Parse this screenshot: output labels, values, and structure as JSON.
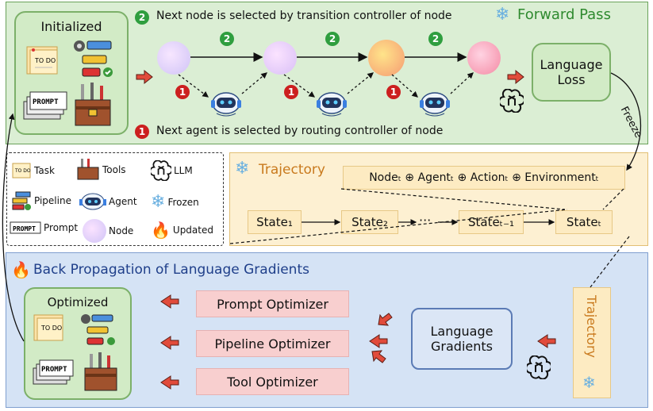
{
  "forward": {
    "initialized_label": "Initialized",
    "title": "Forward Pass",
    "transition_note": "Next node is selected by transition controller of node",
    "routing_note": "Next agent is selected by routing controller of node",
    "badge_transition": "2",
    "badge_routing": "1",
    "loss_label": "Language\nLoss",
    "freeze_label": "Freeze"
  },
  "legend": {
    "items": [
      {
        "label": "Task"
      },
      {
        "label": "Tools"
      },
      {
        "label": "LLM"
      },
      {
        "label": "Pipeline"
      },
      {
        "label": "Agent"
      },
      {
        "label": "Frozen"
      },
      {
        "label": "Prompt"
      },
      {
        "label": "Node"
      },
      {
        "label": "Updated"
      }
    ]
  },
  "trajectory": {
    "title": "Trajectory",
    "formula": "Nodeₜ ⊕ Agentₜ ⊕ Actionₜ ⊕ Environmentₜ",
    "states": [
      "State₁",
      "State₂",
      "Stateₜ₋₁",
      "Stateₜ"
    ],
    "ellipsis": "···"
  },
  "back": {
    "title": "Back Propagation of Language Gradients",
    "optimized_label": "Optimized",
    "optimizers": [
      "Prompt Optimizer",
      "Pipeline Optimizer",
      "Tool Optimizer"
    ],
    "gradients_label": "Language\nGradients",
    "vertical_trajectory": "Trajectory"
  },
  "icons": {
    "todo_text": "TO DO",
    "prompt_text": "PROMPT"
  },
  "colors": {
    "forward_bg": "#dbeed4",
    "trajectory_bg": "#fdf0d2",
    "back_bg": "#d5e3f5",
    "transition_badge": "#2f9e3f",
    "routing_badge": "#cc1f1f",
    "optimizer_box": "#f8cfcf"
  }
}
